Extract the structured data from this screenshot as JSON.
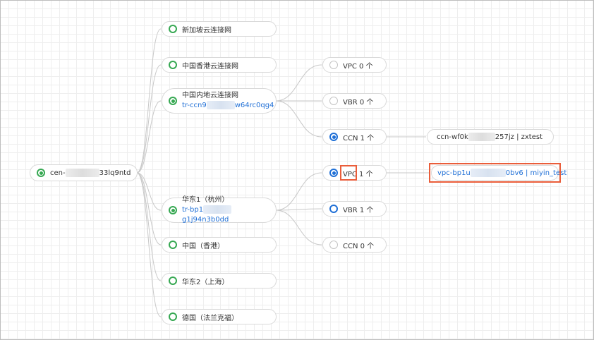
{
  "root": {
    "prefix": "cen-",
    "suffix": "33lq9ntd"
  },
  "regions": [
    {
      "label": "新加坡云连接网"
    },
    {
      "label": "中国香港云连接网"
    },
    {
      "label": "中国内地云连接网",
      "id_prefix": "tr-ccn9",
      "id_suffix": "w64rc0qg4"
    },
    {
      "label": "华东1（杭州）",
      "id_prefix": "tr-bp1",
      "id_suffix": "g1j94n3b0dd"
    },
    {
      "label": "中国（香港）"
    },
    {
      "label": "华东2（上海）"
    },
    {
      "label": "德国（法兰克福）"
    }
  ],
  "children": {
    "ccn_vpc": "VPC 0 个",
    "ccn_vbr": "VBR 0 个",
    "ccn_ccn": "CCN 1 个",
    "hz_vpc_type": "VPC",
    "hz_vpc_count": " 1 个",
    "hz_vbr": "VBR 1 个",
    "hz_ccn": "CCN 0 个"
  },
  "leaves": {
    "ccn_instance": {
      "prefix": "ccn-wf0k",
      "suffix": "257jz | zxtest"
    },
    "vpc_instance": {
      "prefix": "vpc-bp1u",
      "suffix": "0bv6 | miyin_test"
    }
  },
  "colors": {
    "green": "#36a852",
    "blue": "#1f6fd6",
    "highlight": "#ea5d3a"
  }
}
